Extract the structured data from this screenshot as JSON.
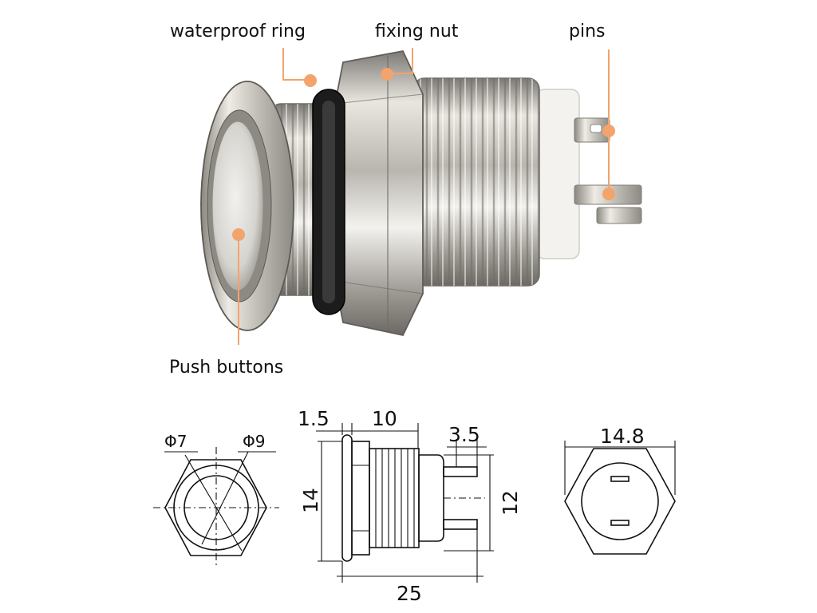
{
  "labels": {
    "waterproof_ring": "waterproof ring",
    "fixing_nut": "fixing nut",
    "pins": "pins",
    "push_buttons": "Push buttons"
  },
  "dimensions": {
    "phi_inner": "Φ7",
    "phi_outer": "Φ9",
    "head_thickness": "1.5",
    "thread_length": "10",
    "pin_width": "3.5",
    "head_height": "14",
    "body_height": "12",
    "total_length": "25",
    "nut_width": "14.8"
  },
  "colors": {
    "accent": "#f2a46c",
    "metal": "#b9b6b0",
    "ink": "#111111"
  }
}
